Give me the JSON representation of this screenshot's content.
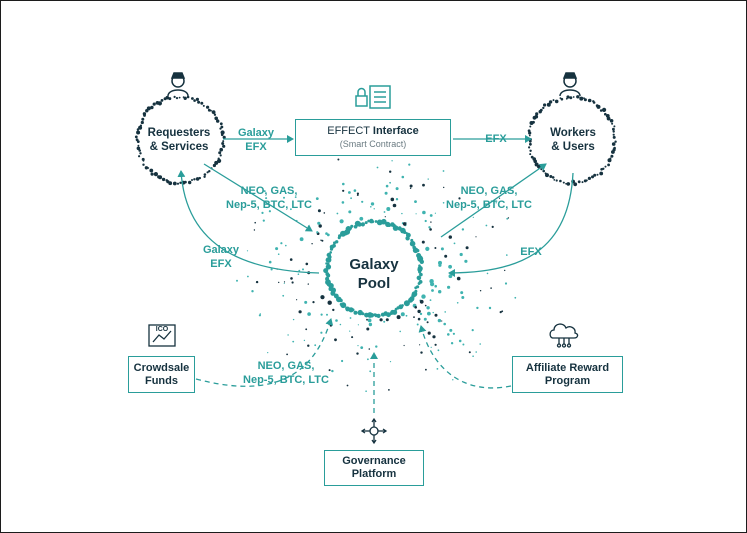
{
  "nodes": {
    "requesters": "Requesters\n& Services",
    "workers": "Workers\n& Users",
    "pool": "Galaxy\nPool"
  },
  "boxes": {
    "interface_pre": "EFFECT ",
    "interface_bold": "Interface",
    "interface_sub": "(Smart Contract)",
    "crowdsale": "Crowdsale\nFunds",
    "affiliate": "Affiliate Reward\nProgram",
    "governance": "Governance\nPlatform"
  },
  "labels": {
    "galaxy_efx_top": "Galaxy\nEFX",
    "efx_top": "EFX",
    "coins_left": "NEO, GAS,\nNep-5, BTC, LTC",
    "coins_right": "NEO, GAS,\nNep-5, BTC, LTC",
    "galaxy_efx_left": "Galaxy\nEFX",
    "efx_right": "EFX",
    "coins_bottom": "NEO, GAS,\nNep-5, BTC, LTC",
    "ico": "ICO"
  },
  "icons": [
    "user-icon",
    "user-icon",
    "lock-list-icon",
    "chart-image-icon",
    "cloud-network-icon",
    "hub-network-icon"
  ],
  "colors": {
    "teal": "#2a9d9a",
    "navy": "#16323f",
    "dots_light": "#3fb3b0"
  }
}
